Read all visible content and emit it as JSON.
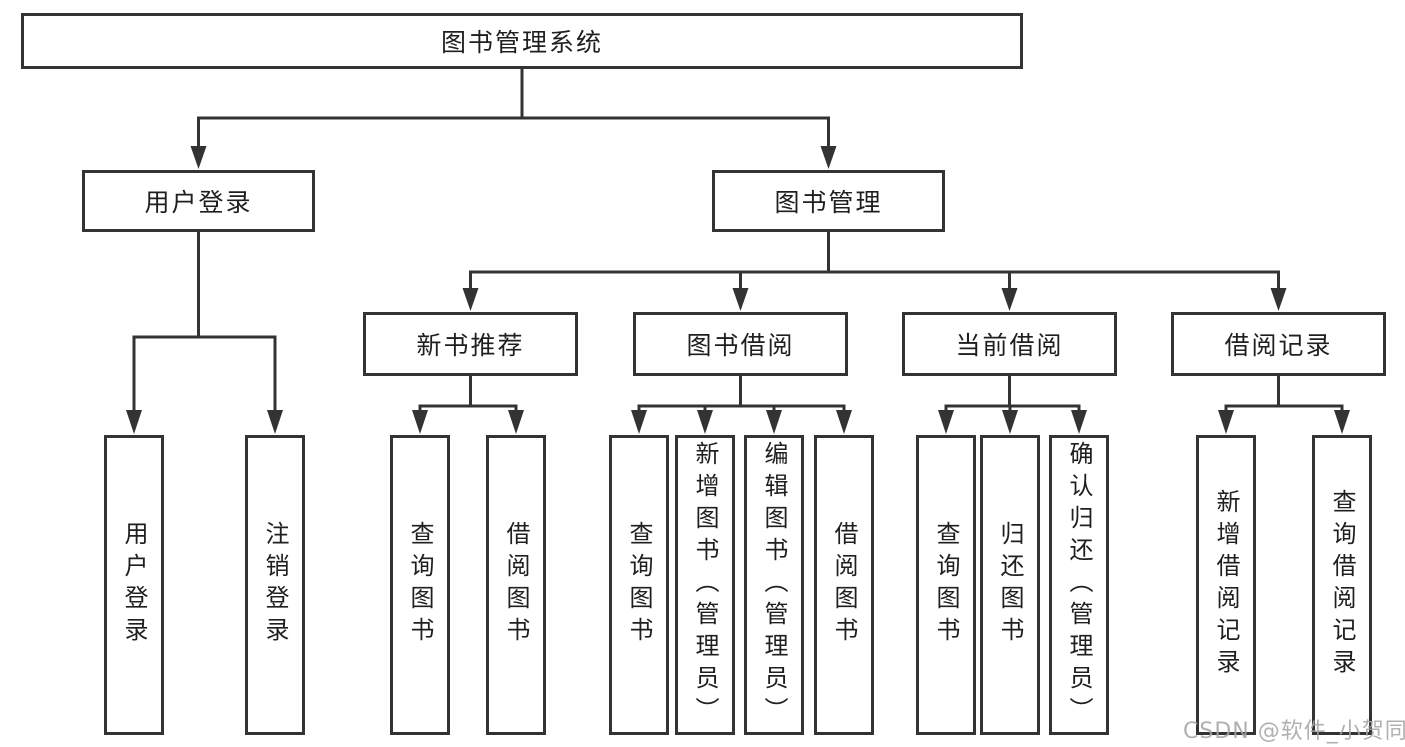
{
  "tree": {
    "label": "图书管理系统",
    "children": [
      {
        "label": "用户登录",
        "children": [
          {
            "label": "用户登录"
          },
          {
            "label": "注销登录"
          }
        ]
      },
      {
        "label": "图书管理",
        "children": [
          {
            "label": "新书推荐",
            "children": [
              {
                "label": "查询图书"
              },
              {
                "label": "借阅图书"
              }
            ]
          },
          {
            "label": "图书借阅",
            "children": [
              {
                "label": "查询图书"
              },
              {
                "label": "新增图书（管理员）"
              },
              {
                "label": "编辑图书（管理员）"
              },
              {
                "label": "借阅图书"
              }
            ]
          },
          {
            "label": "当前借阅",
            "children": [
              {
                "label": "查询图书"
              },
              {
                "label": "归还图书"
              },
              {
                "label": "确认归还（管理员）"
              }
            ]
          },
          {
            "label": "借阅记录",
            "children": [
              {
                "label": "新增借阅记录"
              },
              {
                "label": "查询借阅记录"
              }
            ]
          }
        ]
      }
    ]
  },
  "watermark": {
    "text": "CSDN @软件_小贺同学"
  },
  "colors": {
    "line": "#333333",
    "text": "#1f1f1f",
    "background": "#ffffff",
    "watermark": "#a6a6a6"
  }
}
